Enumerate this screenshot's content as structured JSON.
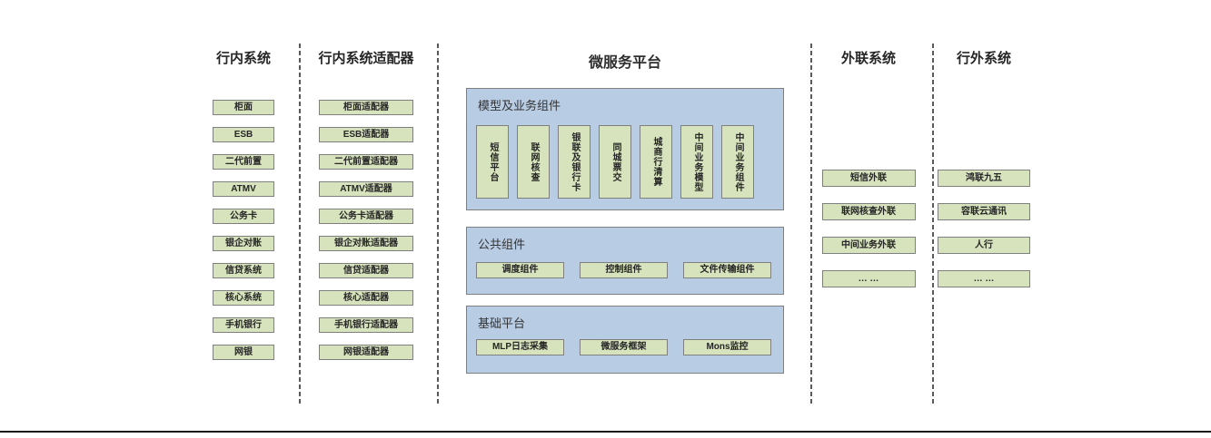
{
  "diagram": {
    "col_inbank": {
      "title": "行内系统",
      "items": [
        "柜面",
        "ESB",
        "二代前置",
        "ATMV",
        "公务卡",
        "银企对账",
        "信贷系统",
        "核心系统",
        "手机银行",
        "网银"
      ]
    },
    "col_adapter": {
      "title": "行内系统适配器",
      "items": [
        "柜面适配器",
        "ESB适配器",
        "二代前置适配器",
        "ATMV适配器",
        "公务卡适配器",
        "银企对账适配器",
        "信贷适配器",
        "核心适配器",
        "手机银行适配器",
        "网银适配器"
      ]
    },
    "col_platform": {
      "title": "微服务平台",
      "model_group": {
        "label": "模型及业务组件",
        "items": [
          "短信平台",
          "联网核查",
          "银联及银行卡",
          "同城票交",
          "城商行清算",
          "中间业务模型",
          "中间业务组件"
        ]
      },
      "common_group": {
        "label": "公共组件",
        "items": [
          "调度组件",
          "控制组件",
          "文件传输组件"
        ]
      },
      "base_group": {
        "label": "基础平台",
        "items": [
          "MLP日志采集",
          "微服务框架",
          "Mons监控"
        ]
      }
    },
    "col_external": {
      "title": "外联系统",
      "items": [
        "短信外联",
        "联网核查外联",
        "中间业务外联",
        "… …"
      ]
    },
    "col_outbank": {
      "title": "行外系统",
      "items": [
        "鸿联九五",
        "容联云通讯",
        "人行",
        "… …"
      ]
    }
  },
  "colors": {
    "box_green": "#d6e3bc",
    "panel_blue": "#b8cce4",
    "box_border": "#7f7f7f",
    "separator": "#595959"
  }
}
